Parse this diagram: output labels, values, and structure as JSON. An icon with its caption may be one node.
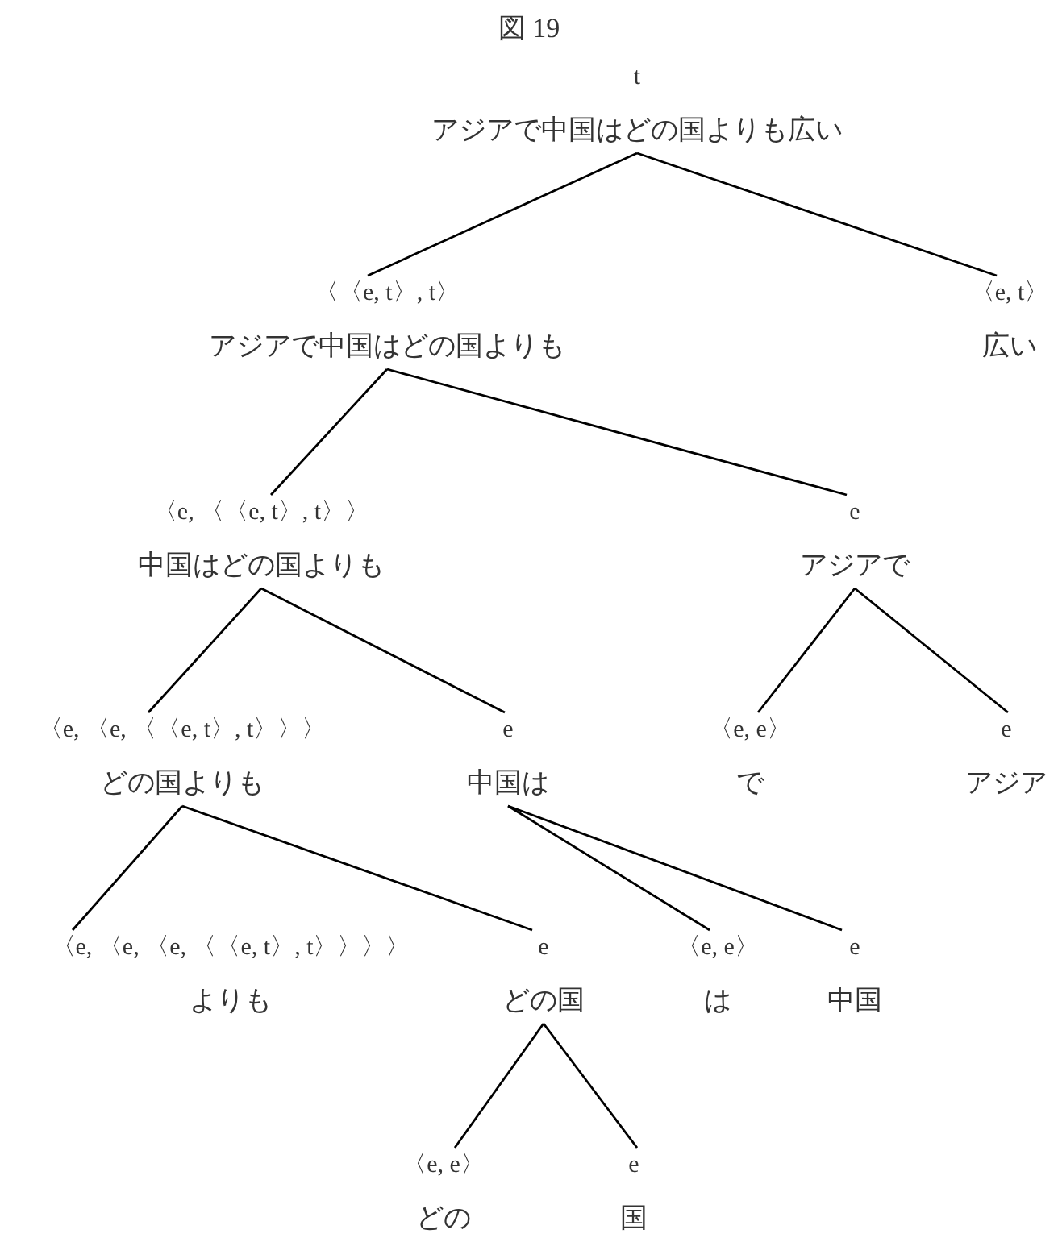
{
  "diagram": {
    "title": "図 19",
    "nodes": [
      {
        "text": [
          "t",
          "アジアで中国はどの国よりも広い"
        ]
      },
      {
        "text": [
          "〈〈e, t〉, t〉",
          "アジアで中国はどの国よりも"
        ]
      },
      {
        "text": [
          "〈e, t〉",
          "広い"
        ]
      },
      {
        "text": [
          "〈e, 〈〈e, t〉, t〉〉",
          "中国はどの国よりも"
        ]
      },
      {
        "text": [
          "e",
          "アジアで"
        ]
      },
      {
        "text": [
          "〈e, 〈e, 〈〈e, t〉, t〉〉〉",
          "どの国よりも"
        ]
      },
      {
        "text": [
          "e",
          "中国は"
        ]
      },
      {
        "text": [
          "〈e, e〉",
          "で"
        ]
      },
      {
        "text": [
          "e",
          "アジア"
        ]
      },
      {
        "text": [
          "〈e, 〈e, 〈e, 〈〈e, t〉, t〉〉〉〉",
          "よりも"
        ]
      },
      {
        "text": [
          "e",
          "どの国"
        ]
      },
      {
        "text": [
          "〈e, e〉",
          "は"
        ]
      },
      {
        "text": [
          "e",
          "中国"
        ]
      },
      {
        "text": [
          "〈e, e〉",
          "どの"
        ]
      },
      {
        "text": [
          "e",
          "国"
        ]
      }
    ],
    "edges": [
      {
        "from": 0,
        "to": 1,
        "arrow": "none"
      },
      {
        "from": 0,
        "to": 2,
        "arrow": "none"
      },
      {
        "from": 1,
        "to": 3,
        "arrow": "none"
      },
      {
        "from": 1,
        "to": 4,
        "arrow": "none"
      },
      {
        "from": 3,
        "to": 5,
        "arrow": "none"
      },
      {
        "from": 3,
        "to": 6,
        "arrow": "none"
      },
      {
        "from": 4,
        "to": 7,
        "arrow": "none"
      },
      {
        "from": 4,
        "to": 8,
        "arrow": "none"
      },
      {
        "from": 5,
        "to": 9,
        "arrow": "none"
      },
      {
        "from": 5,
        "to": 10,
        "arrow": "none"
      },
      {
        "from": 6,
        "to": 11,
        "arrow": "none"
      },
      {
        "from": 6,
        "to": 12,
        "arrow": "none"
      },
      {
        "from": 10,
        "to": 13,
        "arrow": "none"
      },
      {
        "from": 10,
        "to": 14,
        "arrow": "none"
      }
    ]
  }
}
